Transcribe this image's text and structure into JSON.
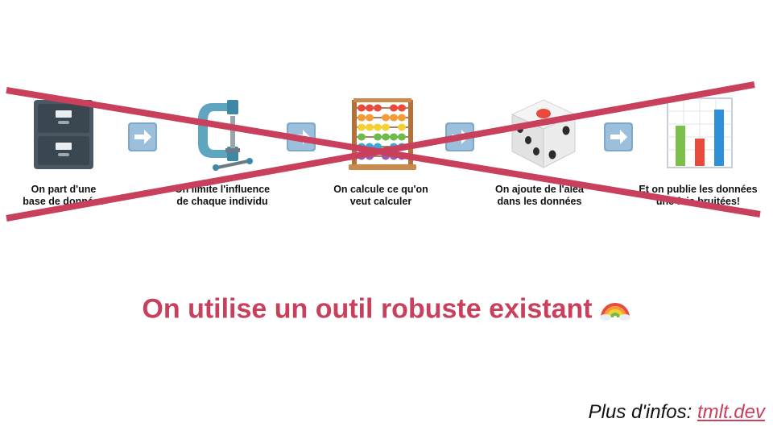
{
  "steps": [
    {
      "icon": "file-cabinet-icon",
      "caption_line1": "On part d'une",
      "caption_line2": "base de données"
    },
    {
      "icon": "clamp-icon",
      "caption_line1": "On limite l'influence",
      "caption_line2": "de chaque individu"
    },
    {
      "icon": "abacus-icon",
      "caption_line1": "On calcule ce qu'on",
      "caption_line2": "veut calculer"
    },
    {
      "icon": "die-icon",
      "caption_line1": "On ajoute de l'aléa",
      "caption_line2": "dans les données"
    },
    {
      "icon": "bar-chart-icon",
      "caption_line1": "Et on publie les données",
      "caption_line2": "une fois bruitées!"
    }
  ],
  "headline": "On utilise un outil robuste existant",
  "headline_emoji": "rainbow-icon",
  "footer": {
    "prefix": "Plus d'infos: ",
    "link": "tmlt.dev"
  },
  "colors": {
    "accent": "#c9405c",
    "arrow_box": "#7fa9c9",
    "text": "#111111"
  }
}
